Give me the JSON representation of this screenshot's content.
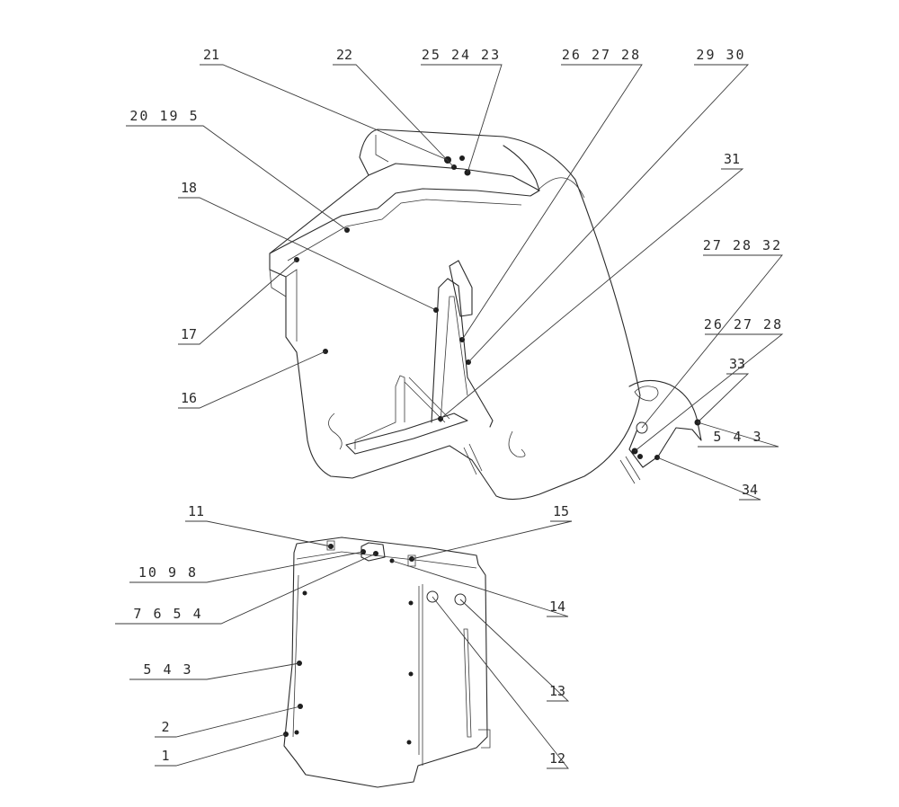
{
  "callouts": [
    {
      "id": "c21",
      "text": "21"
    },
    {
      "id": "c22",
      "text": "22"
    },
    {
      "id": "c25-24-23",
      "text": "25 24 23"
    },
    {
      "id": "c26-27-28-top",
      "text": "26 27 28"
    },
    {
      "id": "c29-30",
      "text": "29 30"
    },
    {
      "id": "c20-19-5",
      "text": "20 19 5"
    },
    {
      "id": "c31",
      "text": "31"
    },
    {
      "id": "c18",
      "text": "18"
    },
    {
      "id": "c27-28-32",
      "text": "27 28 32"
    },
    {
      "id": "c26-27-28-right",
      "text": "26 27 28"
    },
    {
      "id": "c17",
      "text": "17"
    },
    {
      "id": "c33",
      "text": "33"
    },
    {
      "id": "c16",
      "text": "16"
    },
    {
      "id": "c5-4-3-right",
      "text": "5 4 3"
    },
    {
      "id": "c34",
      "text": "34"
    },
    {
      "id": "c11",
      "text": "11"
    },
    {
      "id": "c15",
      "text": "15"
    },
    {
      "id": "c10-9-8",
      "text": "10 9 8"
    },
    {
      "id": "c14",
      "text": "14"
    },
    {
      "id": "c7-6-5-4",
      "text": "7 6 5 4"
    },
    {
      "id": "c5-4-3-left",
      "text": "5 4 3"
    },
    {
      "id": "c13",
      "text": "13"
    },
    {
      "id": "c2",
      "text": "2"
    },
    {
      "id": "c1",
      "text": "1"
    },
    {
      "id": "c12",
      "text": "12"
    }
  ]
}
